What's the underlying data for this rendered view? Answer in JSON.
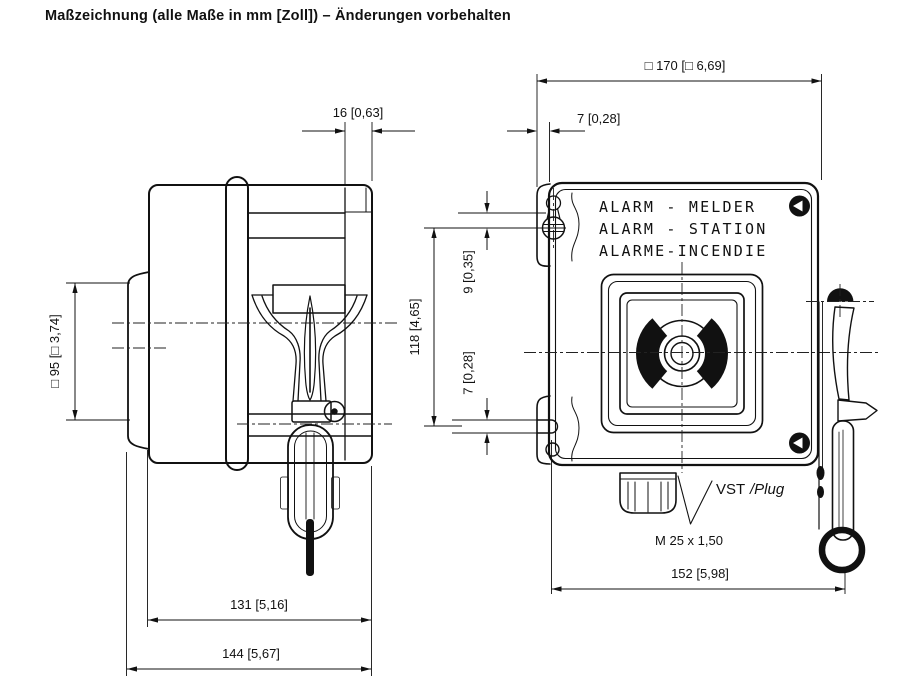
{
  "title": "Maßzeichnung (alle Maße in mm [Zoll]) – Änderungen vorbehalten",
  "side_view": {
    "dim_cover_depth": "16 [0,63]",
    "dim_back_box": "□ 95 [□ 3,74]",
    "dim_body_depth": "131 [5,16]",
    "dim_total_depth": "144 [5,67]"
  },
  "front_view": {
    "label_line1": "ALARM - MELDER",
    "label_line2": "ALARM - STATION",
    "label_line3": "ALARME-INCENDIE",
    "dim_width": "□ 170 [□ 6,69]",
    "dim_tab_offset": "7 [0,28]",
    "dim_mount_spacing": "118 [4,65]",
    "dim_keyhole_offset": "9 [0,35]",
    "dim_slot_height": "7 [0,28]",
    "dim_bottom_width": "152 [5,98]",
    "gland_thread": "M 25 x 1,50",
    "plug_label_vst": "VST",
    "plug_label_plug": "/Plug"
  }
}
